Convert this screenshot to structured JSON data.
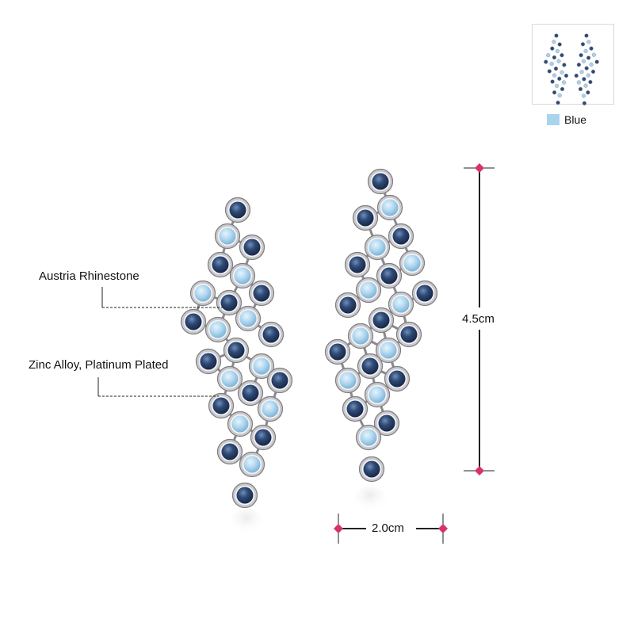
{
  "variant": {
    "color_name": "Blue",
    "swatch_color": "#a8d4ee"
  },
  "callouts": {
    "stone_label": "Austria Rhinestone",
    "metal_label": "Zinc Alloy, Platinum Plated"
  },
  "dimensions": {
    "height_label": "4.5cm",
    "width_label": "2.0cm",
    "marker_color": "#d6336c"
  },
  "palette": {
    "dark_stone": "#2e4a78",
    "light_stone": "#a9d3ee",
    "metal": "#c9c9cc"
  }
}
